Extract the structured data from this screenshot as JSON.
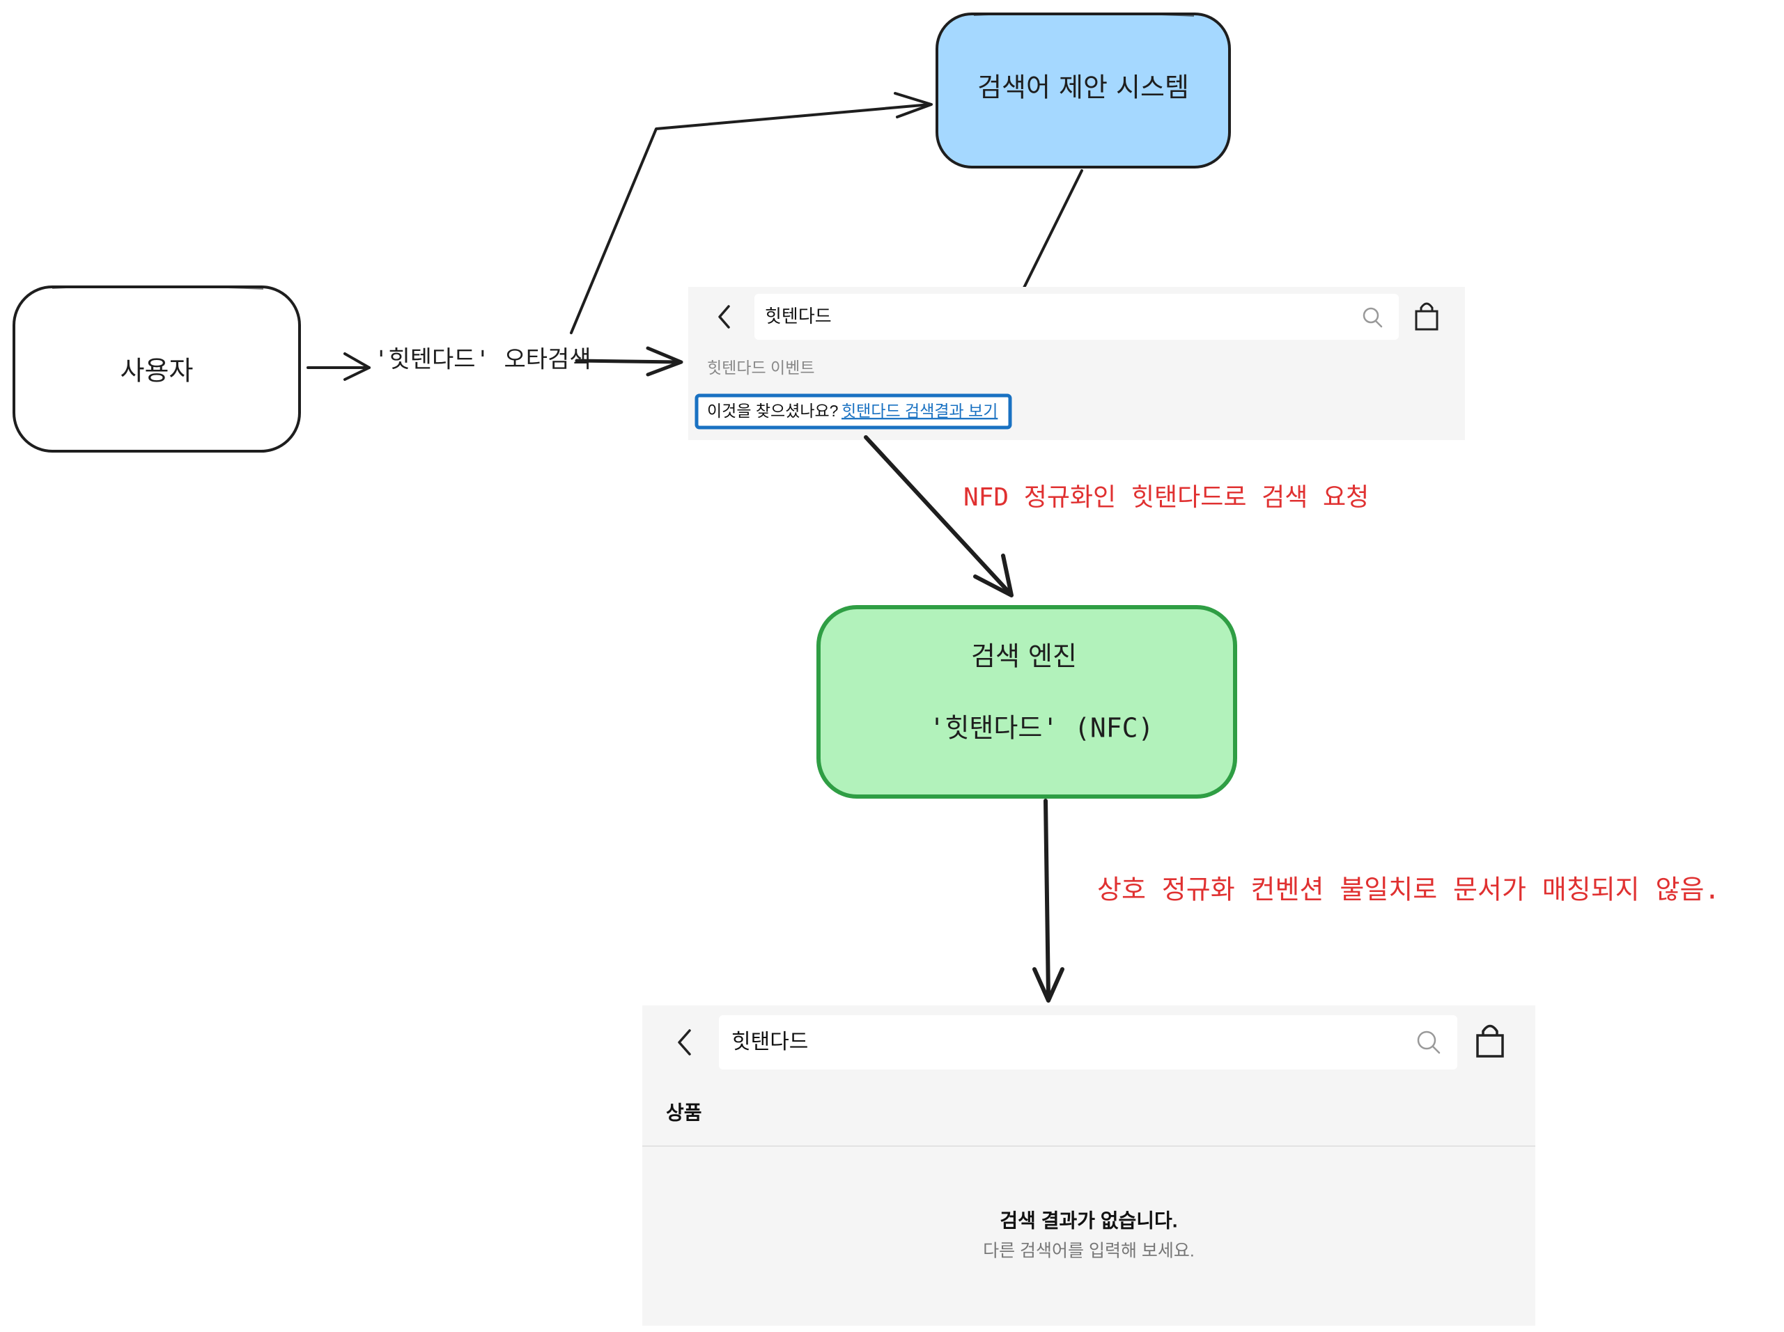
{
  "nodes": {
    "user": "사용자",
    "suggest_system": "검색어 제안 시스템",
    "engine_title": "검색 엔진",
    "engine_term": "'힛탠다드' (NFC)"
  },
  "labels": {
    "typo_search": "'힛텐다드' 오타검색",
    "nfd_request": "NFD 정규화인 힛탠다드로 검색 요청",
    "mismatch": "상호 정규화 컨벤션 불일치로 문서가 매칭되지 않음."
  },
  "screen1": {
    "search_value": "힛텐다드",
    "suggestion_item": "힛텐다드 이벤트",
    "did_you_mean": "이것을 찾으셨나요?",
    "suggest_link": "힛탠다드 검색결과 보기"
  },
  "screen2": {
    "search_value": "힛탠다드",
    "section_title": "상품",
    "empty_title": "검색 결과가 없습니다.",
    "empty_sub": "다른 검색어를 입력해 보세요."
  },
  "colors": {
    "suggest_fill": "#a5d8ff",
    "engine_fill": "#b2f2bb",
    "engine_stroke": "#2f9e44",
    "annotation_red": "#e03131",
    "highlight_blue": "#1971c2"
  }
}
